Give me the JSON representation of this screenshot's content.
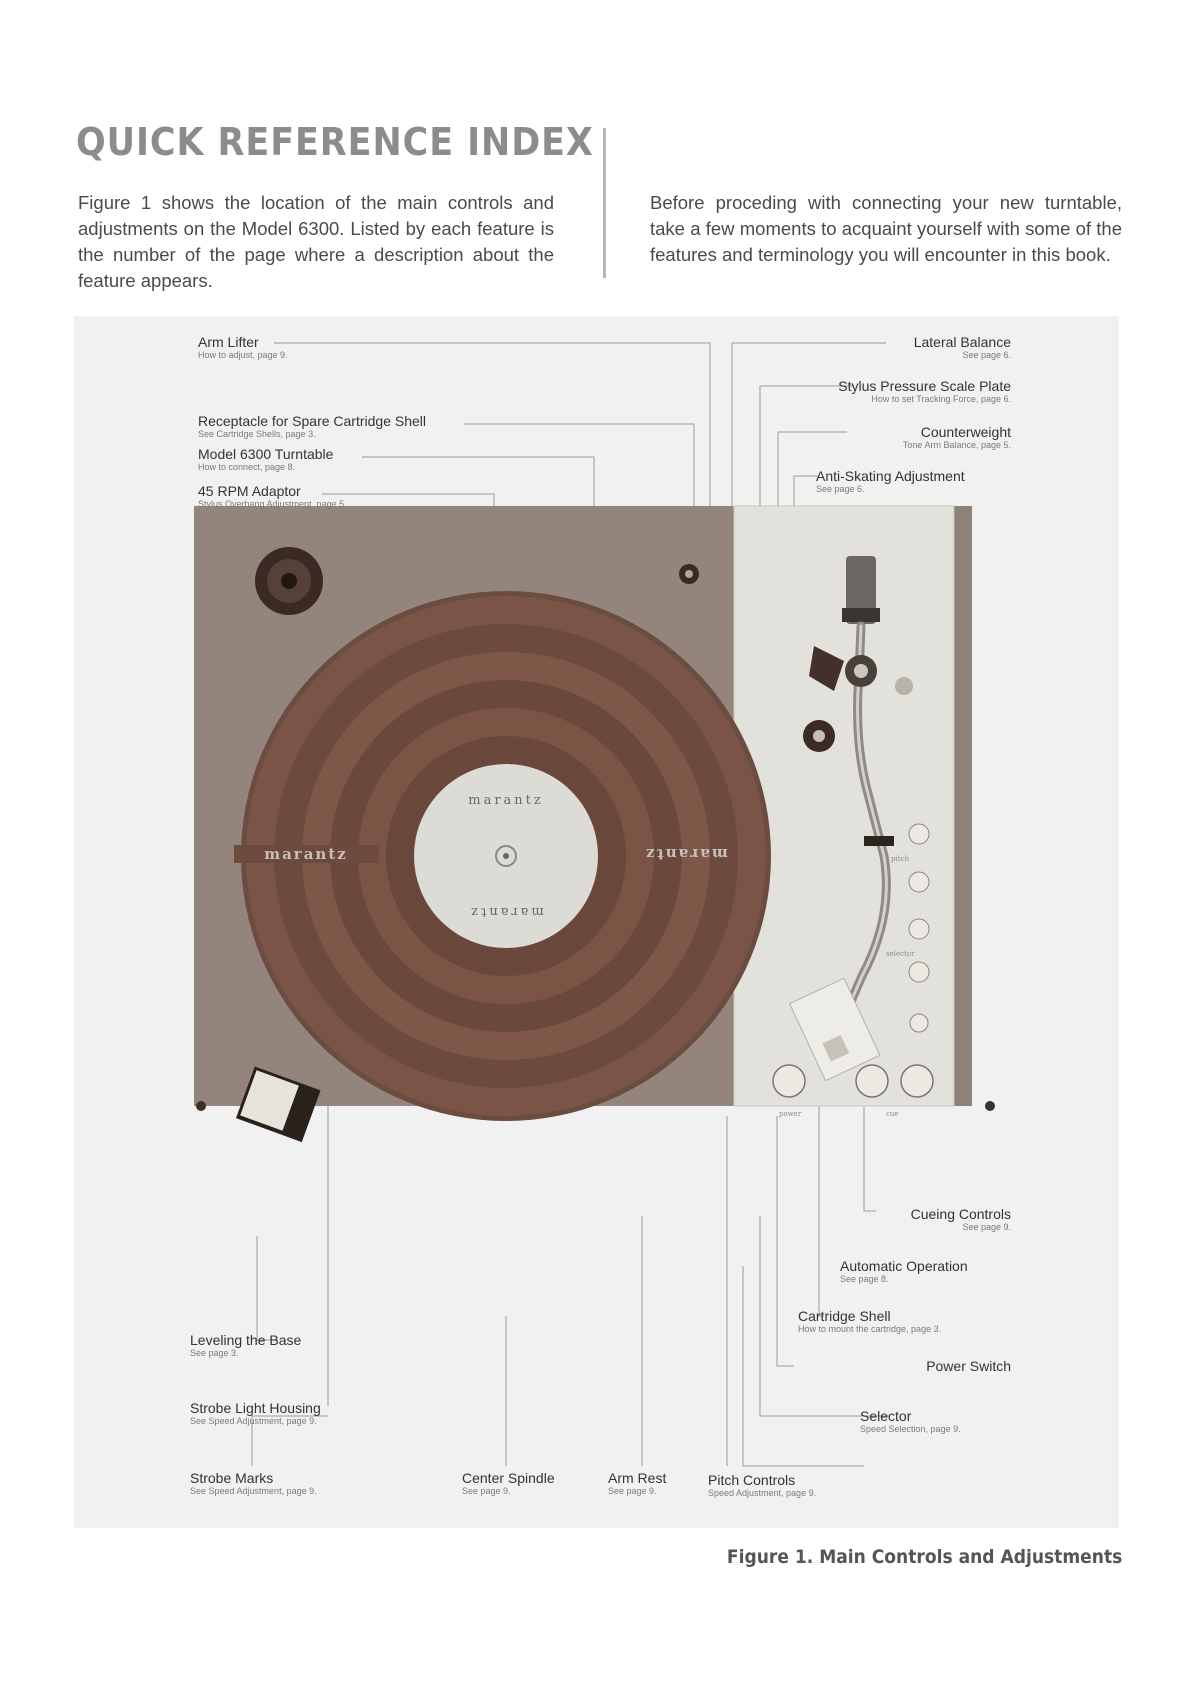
{
  "header": {
    "title": "QUICK REFERENCE INDEX"
  },
  "intro": {
    "left": "Figure 1 shows the location of the main controls and adjustments on the Model 6300. Listed by each feature is the number of the page where a description about the feature appears.",
    "right": "Before proceding with connecting your new turntable, take a few moments to acquaint yourself with some of the features and terminology you will encounter in this book."
  },
  "callouts": {
    "arm_lifter": {
      "name": "Arm Lifter",
      "sub": "How to adjust, page 9."
    },
    "receptacle": {
      "name": "Receptacle for Spare Cartridge Shell",
      "sub": "See Cartridge Shells, page 3."
    },
    "model_6300": {
      "name": "Model 6300 Turntable",
      "sub": "How to connect, page 8."
    },
    "rpm45": {
      "name": "45 RPM Adaptor",
      "sub": "Stylus Overhang Adjustment, page 5."
    },
    "lateral_balance": {
      "name": "Lateral Balance",
      "sub": "See page 6."
    },
    "stylus_pressure": {
      "name": "Stylus Pressure Scale Plate",
      "sub": "How to set Tracking Force, page 6."
    },
    "counterweight": {
      "name": "Counterweight",
      "sub": "Tone Arm Balance, page 5."
    },
    "anti_skating": {
      "name": "Anti-Skating Adjustment",
      "sub": "See page 6."
    },
    "cueing": {
      "name": "Cueing Controls",
      "sub": "See page 9."
    },
    "automatic": {
      "name": "Automatic Operation",
      "sub": "See page 8."
    },
    "cartridge_shell": {
      "name": "Cartridge Shell",
      "sub": "How to mount the cartridge, page 3."
    },
    "power_switch": {
      "name": "Power Switch",
      "sub": ""
    },
    "selector": {
      "name": "Selector",
      "sub": "Speed Selection, page 9."
    },
    "leveling": {
      "name": "Leveling the Base",
      "sub": "See page 3."
    },
    "strobe_light": {
      "name": "Strobe Light Housing",
      "sub": "See Speed Adjustment, page 9."
    },
    "strobe_marks": {
      "name": "Strobe Marks",
      "sub": "See Speed Adjustment, page 9."
    },
    "center_spindle": {
      "name": "Center Spindle",
      "sub": "See page 9."
    },
    "arm_rest": {
      "name": "Arm Rest",
      "sub": "See page 9."
    },
    "pitch_controls": {
      "name": "Pitch Controls",
      "sub": "Speed Adjustment, page 9."
    }
  },
  "photo": {
    "brand_top": "marantz",
    "brand_left": "marantz",
    "panel_pitch": "pitch",
    "panel_selector": "selector",
    "panel_power": "power",
    "panel_cue": "cue"
  },
  "caption": "Figure 1.  Main Controls and Adjustments"
}
